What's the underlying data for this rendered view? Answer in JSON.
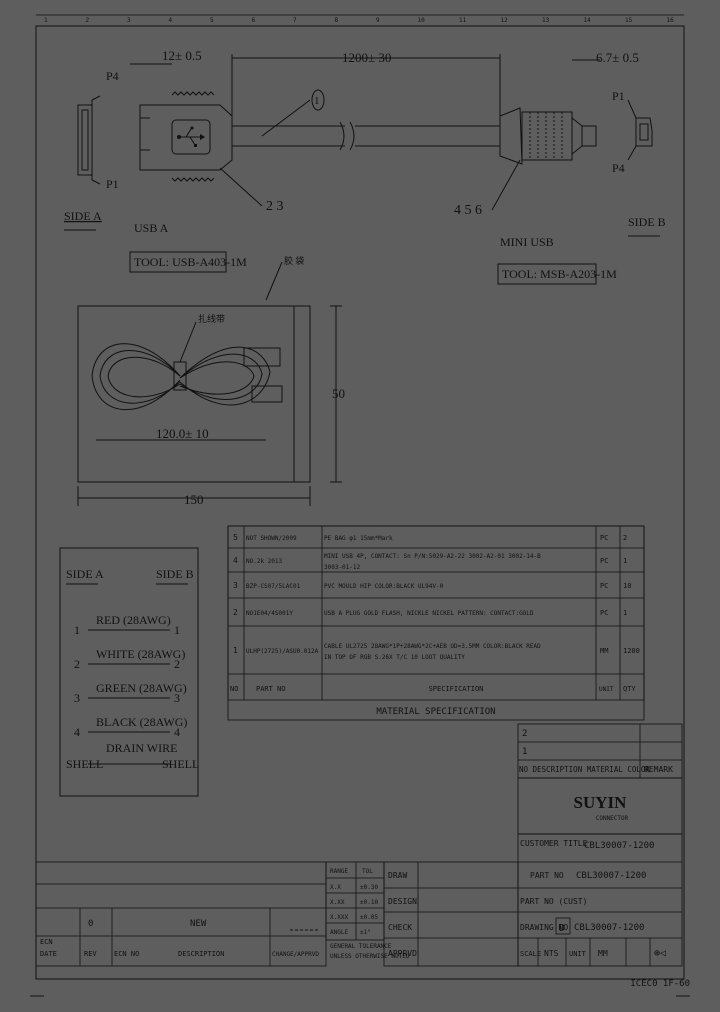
{
  "frame": {
    "top_ticks": [
      "1",
      "2",
      "3",
      "4",
      "5",
      "6",
      "7",
      "8",
      "9",
      "10",
      "11",
      "12",
      "13",
      "14",
      "15",
      "16"
    ],
    "code": "ICEC0 1F-60"
  },
  "drawing": {
    "dim_left": "12± 0.5",
    "dim_length": "1200± 30",
    "dim_right": "6.7± 0.5",
    "callout_1": "1",
    "callout_23": "2 3",
    "callout_456": "4 5 6",
    "p4_left": "P4",
    "p1_left": "P1",
    "p1_right": "P1",
    "p4_right": "P4",
    "side_a": "SIDE A",
    "side_b": "SIDE B",
    "usb_a_label": "USB A",
    "usb_a_tool": "TOOL: USB-A403-1M",
    "mini_usb_label": "MINI USB",
    "mini_usb_tool": "TOOL: MSB-A203-1M",
    "pack_label": "胶 袋",
    "tie_label": "扎线带",
    "coil_dim": "120.0± 10",
    "bag_width": "150",
    "bag_height": "50"
  },
  "wiring": {
    "header_a": "SIDE A",
    "header_b": "SIDE B",
    "rows": [
      {
        "left": "1",
        "label": "RED",
        "awg": "(28AWG)",
        "right": "1"
      },
      {
        "left": "2",
        "label": "WHITE",
        "awg": "(28AWG)",
        "right": "2"
      },
      {
        "left": "3",
        "label": "GREEN",
        "awg": "(28AWG)",
        "right": "3"
      },
      {
        "left": "4",
        "label": "BLACK",
        "awg": "(28AWG)",
        "right": "4"
      }
    ],
    "shell_left": "SHELL",
    "shell_right": "SHELL",
    "drain": "DRAIN WIRE"
  },
  "bom": {
    "rows": [
      {
        "no": "5",
        "part": "NOT SHOWN/2009",
        "spec": "PE BAG φ1 15mm*Mark",
        "unit": "PC",
        "qty": "2"
      },
      {
        "no": "4",
        "part": "NO.2k 2013",
        "spec": "MINI USB 4P, CONTACT: Sn P/N:5029-A2-22  3002-A2-01 3002-14-B 3003-01-12",
        "unit": "PC",
        "qty": "1"
      },
      {
        "no": "3",
        "part": "BZP-CS07/5LAC01",
        "spec": "PVC MOULD HIP COLOR:BLACK UL94V-0",
        "unit": "PC",
        "qty": "10"
      },
      {
        "no": "2",
        "part": "NO1E04/4S001Y",
        "spec": "USB A PLUG GOLD FLASH, NICKLE NICKEL PATTERN: CONTACT:GOLD",
        "unit": "PC",
        "qty": "1"
      },
      {
        "no": "1",
        "part": "ULHP(2725)/ASU0.012A",
        "spec": "CABLE UL2725 28AWG*1P+28AWG*2C+AEB OD=3.5MM COLOR:BLACK READ IN TOP OF RGB S.26X T/C 10 LOOT QUALITY",
        "unit": "MM",
        "qty": "1200"
      }
    ],
    "header": {
      "no": "NO",
      "part": "PART NO",
      "spec": "SPECIFICATION",
      "unit": "UNIT",
      "qty": "QTY"
    },
    "material_title": "MATERIAL  SPECIFICATION"
  },
  "revision": {
    "r2": "2",
    "r1": "1",
    "header": "NO DESCRIPTION MATERIAL COLOR",
    "remark": "REMARK"
  },
  "title_block": {
    "company": "SUYIN",
    "company_sub": "CONNECTOR",
    "customer": "CUSTOMER TITLE",
    "title_value": "CBL30007-1200",
    "part_no_label": "PART NO",
    "part_no_value": "CBL30007-1200",
    "part_no_cust": "PART NO (CUST)",
    "drawing_label": "DRAWING NO",
    "drawing_value": "CBL30007-1200",
    "rev": "D",
    "scale": "SCALE",
    "scale_val": "NTS",
    "unit": "UNIT",
    "unit_val": "MM",
    "draw": "DRAW",
    "design": "DESIGN",
    "check": "CHECK",
    "apprvd": "APPRVD",
    "tol_head": [
      "RANGE",
      "TOL"
    ],
    "tol_rows": [
      [
        "X.X",
        "±0.30"
      ],
      [
        "X.XX",
        "±0.10"
      ],
      [
        "X.XXX",
        "±0.05"
      ],
      [
        "ANGLE",
        "±1°"
      ]
    ],
    "general_tol": "GENERAL TOLERANCE",
    "unless": "UNLESS OTHERWISE NOTED",
    "change_rows": [
      {
        "rev": "0",
        "desc": "NEW",
        "date": ""
      }
    ],
    "change_head": [
      "REV",
      "ECN NO",
      "DESCRIPTION",
      "CHANGE/APPRVD"
    ],
    "left_small": [
      "ECN",
      "DATE"
    ]
  }
}
